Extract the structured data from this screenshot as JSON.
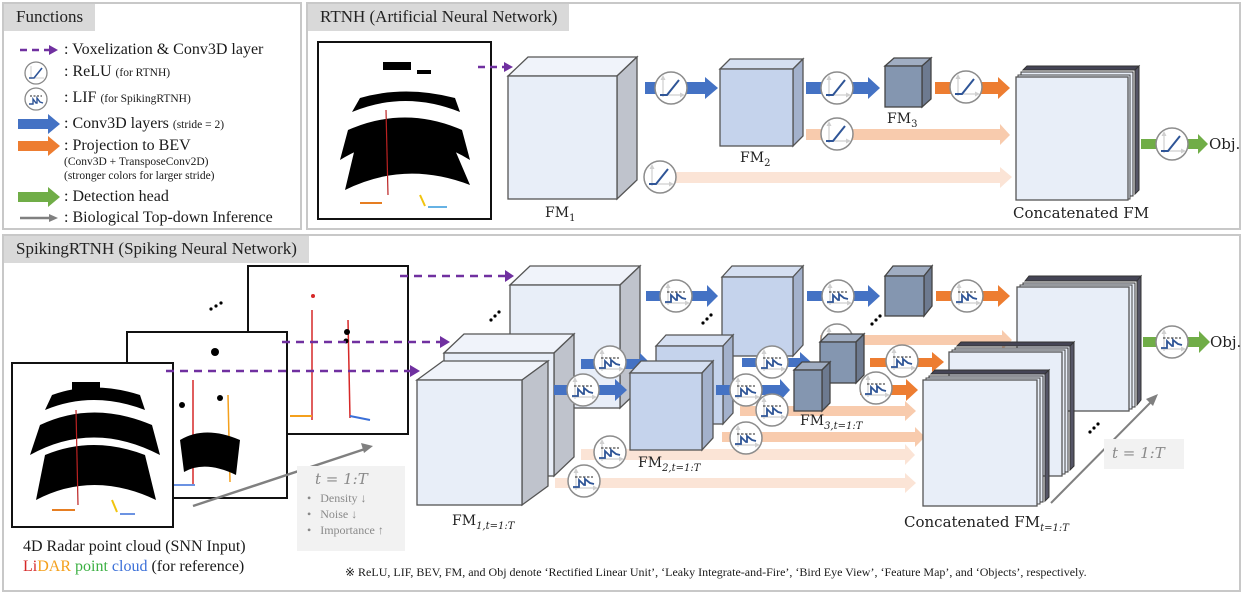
{
  "legend": {
    "title": "Functions",
    "items": [
      {
        "icon": "dashed-purple-arrow",
        "label": ": Voxelization & Conv3D layer",
        "note": ""
      },
      {
        "icon": "relu-icon",
        "label": ": ReLU",
        "note": "(for RTNH)"
      },
      {
        "icon": "lif-icon",
        "label": ": LIF",
        "note": "(for SpikingRTNH)"
      },
      {
        "icon": "blue-arrow",
        "label": ": Conv3D layers",
        "note": "(stride = 2)"
      },
      {
        "icon": "orange-arrow",
        "label": ": Projection to BEV",
        "note": ""
      },
      {
        "icon": "green-arrow",
        "label": ": Detection head",
        "note": ""
      },
      {
        "icon": "gray-arrow",
        "label": ": Biological Top-down Inference",
        "note": ""
      }
    ],
    "projection_sub1": "(Conv3D + TransposeConv2D)",
    "projection_sub2": "(stronger colors for larger stride)"
  },
  "rtnh": {
    "title": "RTNH (Artificial Neural Network)",
    "fm1": "FM",
    "fm1_sub": "1",
    "fm2": "FM",
    "fm2_sub": "2",
    "fm3": "FM",
    "fm3_sub": "3",
    "concat": "Concatenated FM",
    "output": "Obj."
  },
  "spiking": {
    "title": "SpikingRTNH (Spiking Neural Network)",
    "fm1": "FM",
    "fm1_sub": "1,t=1:T",
    "fm2": "FM",
    "fm2_sub": "2,t=1:T",
    "fm3": "FM",
    "fm3_sub": "3,t=1:T",
    "concat": "Concatenated FM",
    "concat_sub": "t=1:T",
    "output": "Obj.",
    "time_label": "t = 1:T",
    "time_label_right": "t = 1:T",
    "bullets": [
      "Density ↓",
      "Noise ↓",
      "Importance ↑"
    ],
    "input_caption": "4D Radar point cloud (SNN Input)",
    "lidar_caption_words": [
      {
        "text": "Li",
        "color": "#d62828"
      },
      {
        "text": "DAR",
        "color": "#f4a01c"
      },
      {
        "text": " point",
        "color": "#3cb043"
      },
      {
        "text": " cloud",
        "color": "#3a6fd8"
      },
      {
        "text": " (for reference)",
        "color": "#1a1a1a"
      }
    ]
  },
  "footnote": "※ ReLU, LIF, BEV, FM, and Obj denote ‘Rectified Linear Unit’, ‘Leaky Integrate-and-Fire’, ‘Bird Eye View’, ‘Feature Map’, and ‘Objects’, respectively.",
  "colors": {
    "purple": "#7030a0",
    "blue": "#4472c4",
    "orange": "#ed7d31",
    "light_orange": "#f8cbad",
    "green": "#70ad47",
    "gray": "#808080",
    "fm1_face": "#e8eef8",
    "fm2_face": "#c5d3ec",
    "fm3_face": "#8496b0"
  }
}
